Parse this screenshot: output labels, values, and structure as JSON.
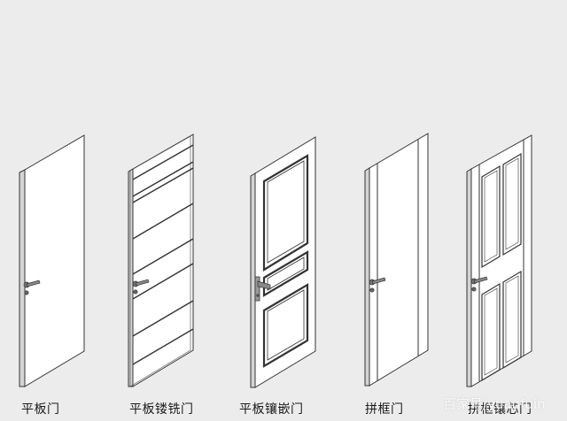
{
  "doors": [
    {
      "id": "flat",
      "caption": "平板门"
    },
    {
      "id": "milled",
      "caption": "平板镂铣门"
    },
    {
      "id": "inlaid",
      "caption": "平板镶嵌门"
    },
    {
      "id": "frame",
      "caption": "拼框门"
    },
    {
      "id": "frame-carved",
      "caption": "拼框镶芯门"
    }
  ],
  "watermark": "百家号/yuanfuin",
  "colors": {
    "background": "#ececec",
    "door_face": "#ffffff",
    "door_side": "#d2d2d2",
    "outline": "#333333",
    "handle": "#666666"
  }
}
